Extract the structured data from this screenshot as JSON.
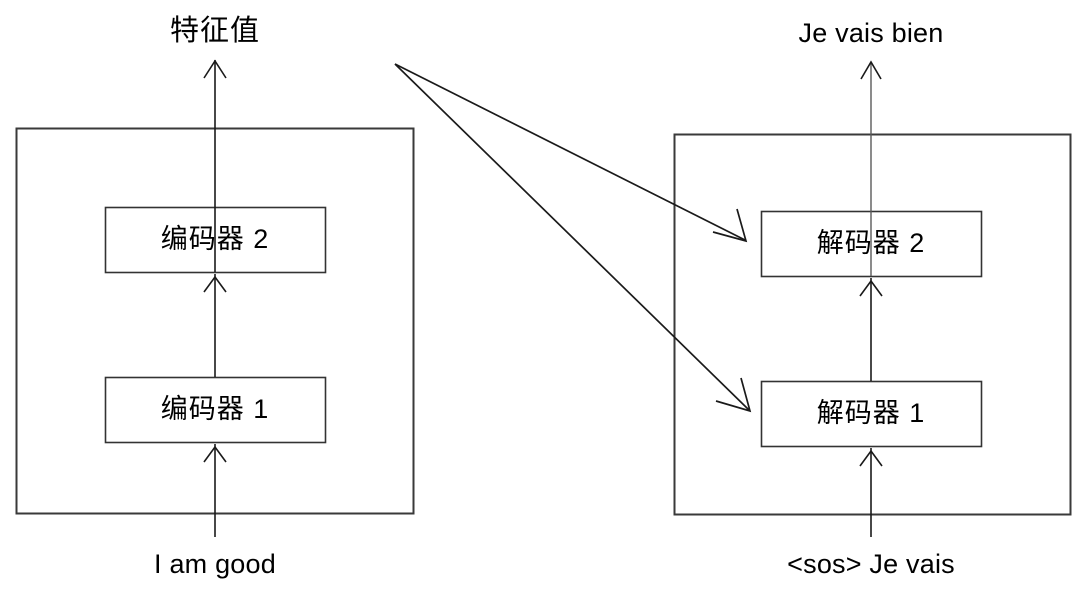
{
  "diagram": {
    "title_top_left": "特征值",
    "title_top_right": "Je vais bien",
    "input_bottom_left": "I am good",
    "input_bottom_right": "<sos> Je vais",
    "encoder_stack": {
      "container_name": "encoder-stack",
      "blocks": [
        {
          "label": "编码器 2"
        },
        {
          "label": "编码器 1"
        }
      ]
    },
    "decoder_stack": {
      "container_name": "decoder-stack",
      "blocks": [
        {
          "label": "解码器 2"
        },
        {
          "label": "解码器 1"
        }
      ]
    },
    "colors": {
      "stroke": "#000000",
      "outer_box_stroke": "#3a3a3a",
      "inner_box_stroke": "#333333",
      "background": "#ffffff",
      "text": "#000000"
    },
    "connectors": [
      {
        "name": "encoder1-to-encoder2",
        "kind": "arrow-up"
      },
      {
        "name": "encoder2-to-output",
        "kind": "arrow-up"
      },
      {
        "name": "input-to-encoder1",
        "kind": "arrow-up"
      },
      {
        "name": "decoder1-to-decoder2",
        "kind": "arrow-up"
      },
      {
        "name": "decoder2-to-output",
        "kind": "arrow-up"
      },
      {
        "name": "input-to-decoder1",
        "kind": "arrow-up"
      },
      {
        "name": "encoder-output-to-decoder2",
        "kind": "arrow-diagonal"
      },
      {
        "name": "encoder-output-to-decoder1",
        "kind": "arrow-diagonal"
      }
    ]
  }
}
